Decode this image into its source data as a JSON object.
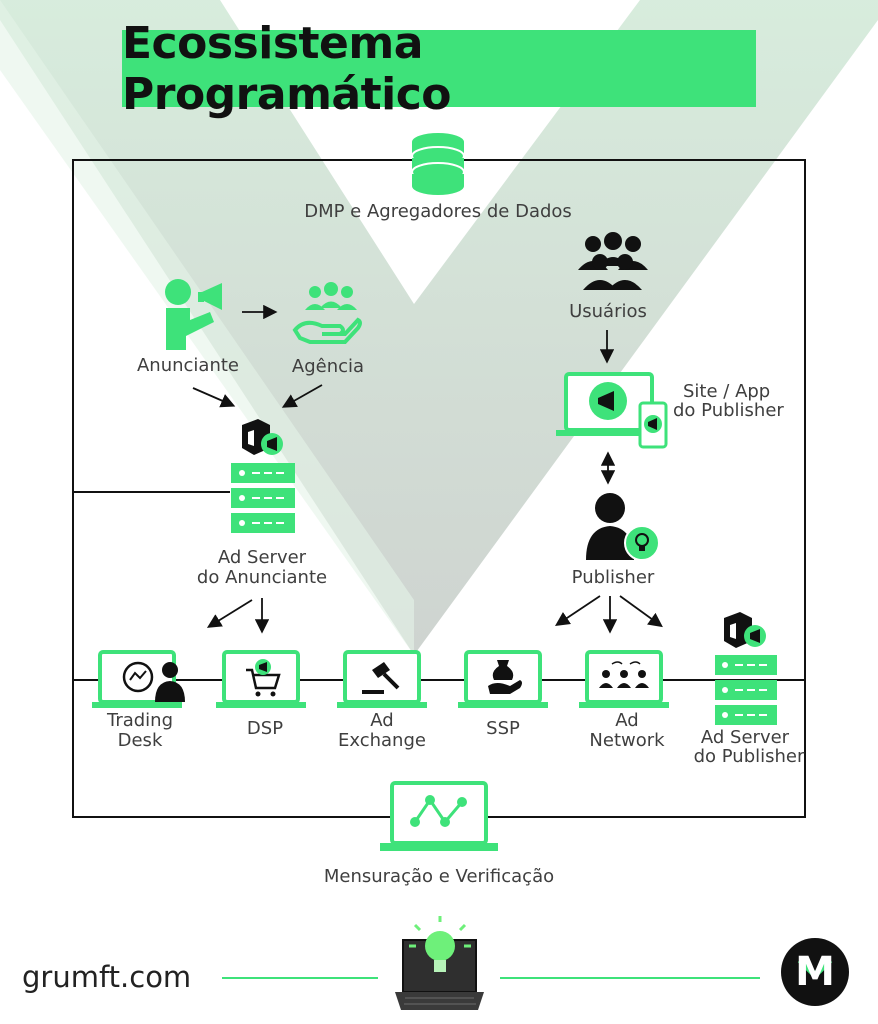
{
  "title": "Ecossistema Programático",
  "colors": {
    "accent": "#3ee27a",
    "dark": "#111111",
    "funnel": "#cfe6d6"
  },
  "nodes": {
    "dmp": "DMP e Agregadores de Dados",
    "usuarios": "Usuários",
    "anunciante": "Anunciante",
    "agencia": "Agência",
    "site_app_1": "Site / App",
    "site_app_2": "do Publisher",
    "ad_server_anunciante_1": "Ad Server",
    "ad_server_anunciante_2": "do Anunciante",
    "publisher": "Publisher",
    "trading_desk_1": "Trading",
    "trading_desk_2": "Desk",
    "dsp": "DSP",
    "ad_exchange_1": "Ad",
    "ad_exchange_2": "Exchange",
    "ssp": "SSP",
    "ad_network_1": "Ad",
    "ad_network_2": "Network",
    "ad_server_publisher_1": "Ad Server",
    "ad_server_publisher_2": "do Publisher",
    "mensuracao": "Mensuração e Verificação"
  },
  "footer": {
    "site": "grumft.com",
    "logo_letter": "M"
  }
}
